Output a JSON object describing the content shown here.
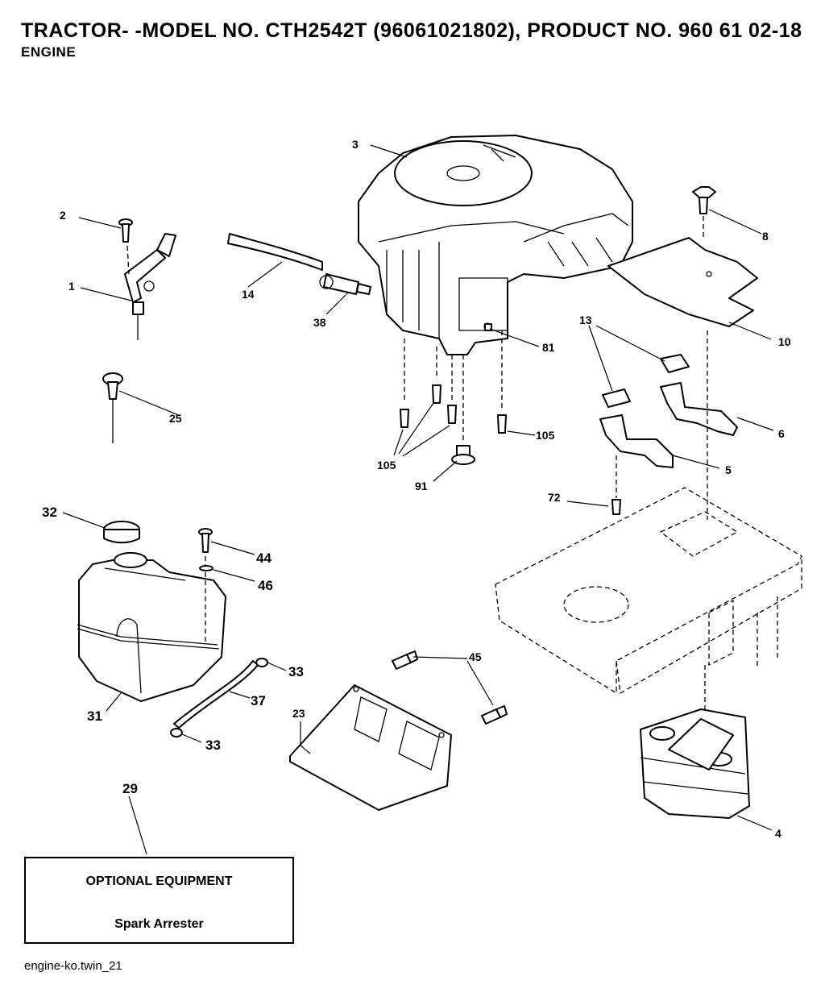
{
  "header": {
    "title": "TRACTOR- -MODEL NO. CTH2542T (96061021802), PRODUCT NO. 960 61 02-18",
    "subtitle": "ENGINE"
  },
  "callouts": {
    "c1": "1",
    "c2": "2",
    "c3": "3",
    "c4": "4",
    "c5": "5",
    "c6": "6",
    "c8": "8",
    "c10": "10",
    "c13": "13",
    "c14": "14",
    "c23": "23",
    "c25": "25",
    "c29": "29",
    "c31": "31",
    "c32": "32",
    "c33a": "33",
    "c33b": "33",
    "c37": "37",
    "c38": "38",
    "c44": "44",
    "c45": "45",
    "c46": "46",
    "c72": "72",
    "c81": "81",
    "c91": "91",
    "c105a": "105",
    "c105b": "105"
  },
  "optional_equipment": {
    "heading": "OPTIONAL EQUIPMENT",
    "item": "Spark Arrester"
  },
  "footer": {
    "filename": "engine-ko.twin_21"
  }
}
